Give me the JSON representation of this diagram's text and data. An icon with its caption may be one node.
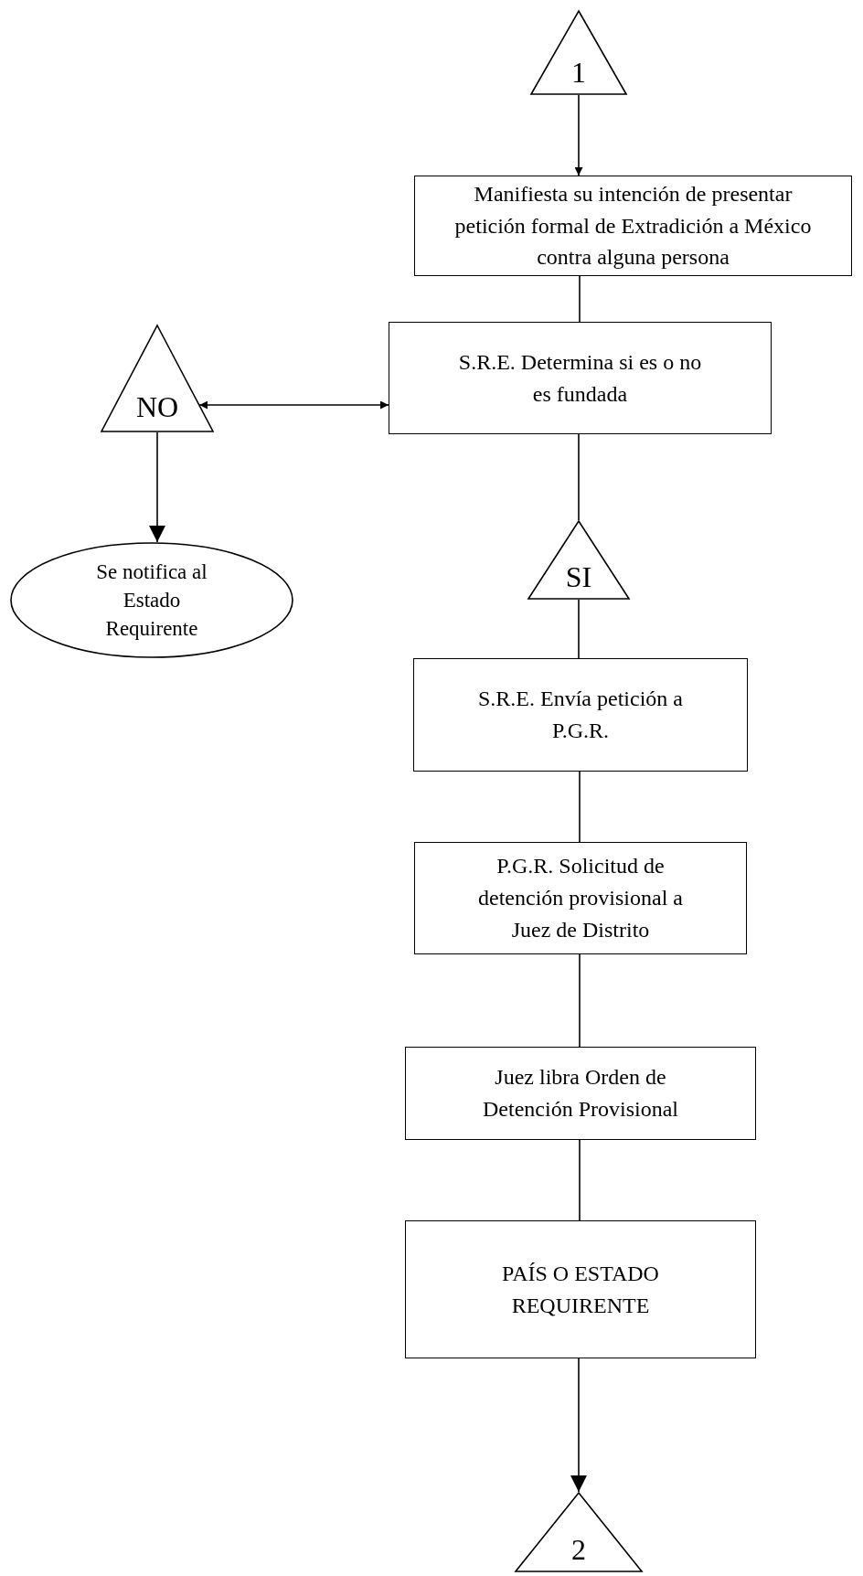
{
  "diagram": {
    "nodes": [
      {
        "text": [
          "1"
        ]
      },
      {
        "text": [
          "Manifiesta su intención de presentar petición formal de Extradición a México contra alguna persona"
        ]
      },
      {
        "text": [
          "NO"
        ]
      },
      {
        "text": [
          "S.R.E. Determina si es o no es fundada"
        ]
      },
      {
        "text": [
          "Se notifica al Estado Requirente"
        ]
      },
      {
        "text": [
          "SI"
        ]
      },
      {
        "text": [
          "S.R.E. Envía petición a P.G.R."
        ]
      },
      {
        "text": [
          "P.G.R. Solicitud de detención provisional a Juez de Distrito"
        ]
      },
      {
        "text": [
          "Juez libra Orden de Detención Provisional"
        ]
      },
      {
        "text": [
          "PAÍS O ESTADO REQUIRENTE"
        ]
      },
      {
        "text": [
          "2"
        ]
      }
    ],
    "edges": [
      {
        "from": 0,
        "to": 1,
        "arrow": "to"
      },
      {
        "from": 1,
        "to": 3,
        "arrow": "none"
      },
      {
        "from": 2,
        "to": 3,
        "arrow": "both"
      },
      {
        "from": 2,
        "to": 4,
        "arrow": "to"
      },
      {
        "from": 3,
        "to": 5,
        "arrow": "none"
      },
      {
        "from": 5,
        "to": 6,
        "arrow": "none"
      },
      {
        "from": 6,
        "to": 7,
        "arrow": "none"
      },
      {
        "from": 7,
        "to": 8,
        "arrow": "none"
      },
      {
        "from": 8,
        "to": 9,
        "arrow": "none"
      },
      {
        "from": 9,
        "to": 10,
        "arrow": "to"
      }
    ]
  }
}
